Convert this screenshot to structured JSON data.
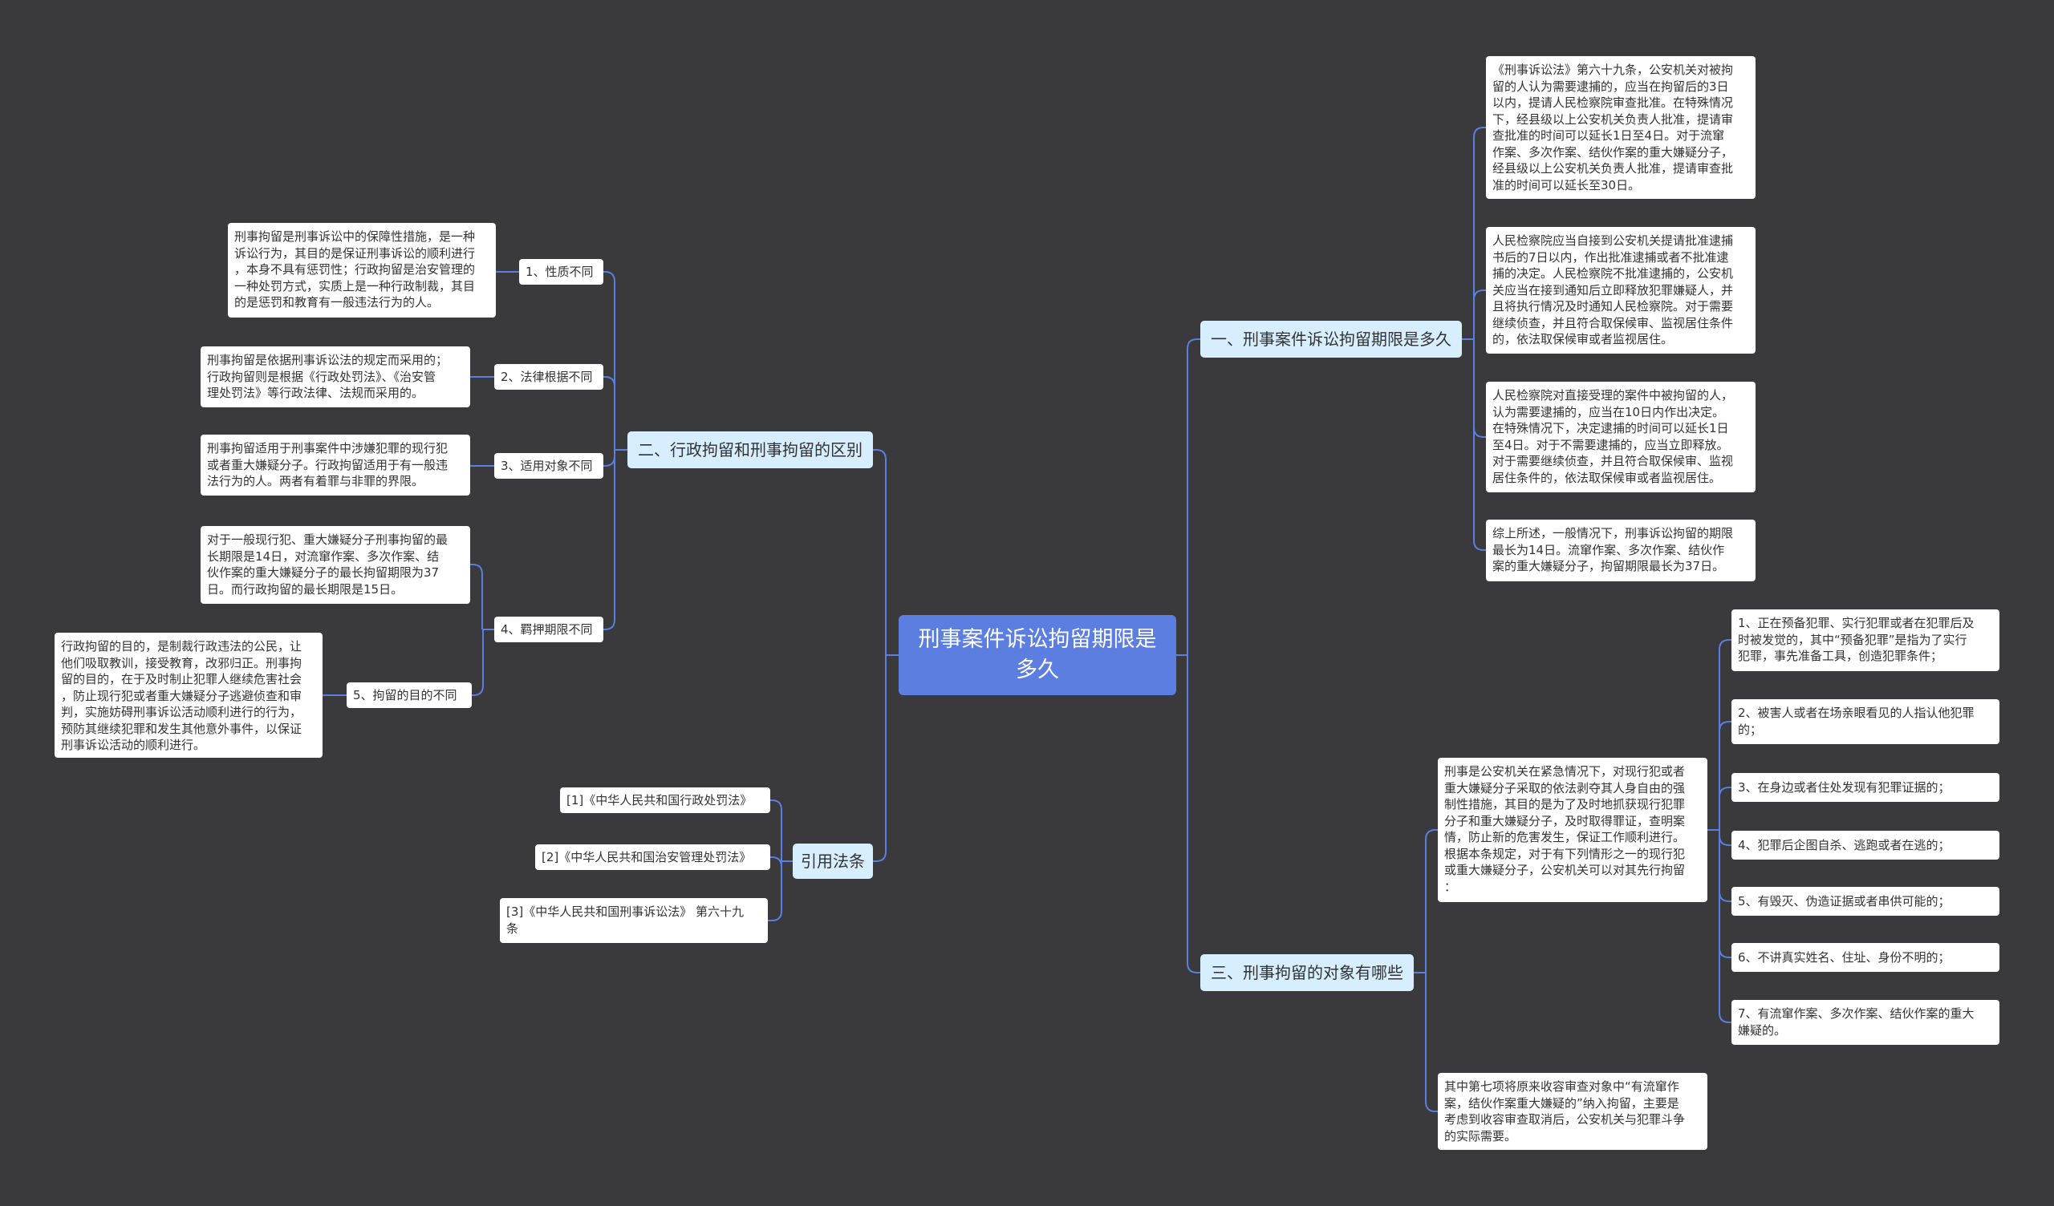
{
  "root": {
    "title": "刑事案件诉讼拘留期限是多久"
  },
  "left": {
    "diff": {
      "title": "二、行政拘留和刑事拘留的区别",
      "items": [
        {
          "label": "1、性质不同",
          "text": "刑事拘留是刑事诉讼中的保障性措施，是一种\n诉讼行为，其目的是保证刑事诉讼的顺利进行\n，本身不具有惩罚性；行政拘留是治安管理的\n一种处罚方式，实质上是一种行政制裁，其目\n的是惩罚和教育有一般违法行为的人。"
        },
        {
          "label": "2、法律根据不同",
          "text": "刑事拘留是依据刑事诉讼法的规定而采用的；\n行政拘留则是根据《行政处罚法》、《治安管\n理处罚法》等行政法律、法规而采用的。"
        },
        {
          "label": "3、适用对象不同",
          "text": "刑事拘留适用于刑事案件中涉嫌犯罪的现行犯\n或者重大嫌疑分子。行政拘留适用于有一般违\n法行为的人。两者有着罪与非罪的界限。"
        },
        {
          "label": "4、羁押期限不同",
          "text": "对于一般现行犯、重大嫌疑分子刑事拘留的最\n长期限是14日，对流窜作案、多次作案、结\n伙作案的重大嫌疑分子的最长拘留期限为37\n日。而行政拘留的最长期限是15日。"
        },
        {
          "label": "5、拘留的目的不同",
          "text": "行政拘留的目的，是制裁行政违法的公民，让\n他们吸取教训，接受教育，改邪归正。刑事拘\n留的目的，在于及时制止犯罪人继续危害社会\n，防止现行犯或者重大嫌疑分子逃避侦查和审\n判，实施妨碍刑事诉讼活动顺利进行的行为，\n预防其继续犯罪和发生其他意外事件，以保证\n刑事诉讼活动的顺利进行。"
        }
      ]
    },
    "refs": {
      "title": "引用法条",
      "items": [
        "[1]《中华人民共和国行政处罚法》",
        "[2]《中华人民共和国治安管理处罚法》",
        "[3]《中华人民共和国刑事诉讼法》 第六十九\n条"
      ]
    }
  },
  "right": {
    "period": {
      "title": "一、刑事案件诉讼拘留期限是多久",
      "items": [
        "《刑事诉讼法》第六十九条，公安机关对被拘\n留的人认为需要逮捕的，应当在拘留后的3日\n以内，提请人民检察院审查批准。在特殊情况\n下，经县级以上公安机关负责人批准，提请审\n查批准的时间可以延长1日至4日。对于流窜\n作案、多次作案、结伙作案的重大嫌疑分子，\n经县级以上公安机关负责人批准，提请审查批\n准的时间可以延长至30日。",
        "人民检察院应当自接到公安机关提请批准逮捕\n书后的7日以内，作出批准逮捕或者不批准逮\n捕的决定。人民检察院不批准逮捕的，公安机\n关应当在接到通知后立即释放犯罪嫌疑人，并\n且将执行情况及时通知人民检察院。对于需要\n继续侦查，并且符合取保候审、监视居住条件\n的，依法取保候审或者监视居住。",
        "人民检察院对直接受理的案件中被拘留的人，\n认为需要逮捕的，应当在10日内作出决定。\n在特殊情况下，决定逮捕的时间可以延长1日\n至4日。对于不需要逮捕的，应当立即释放。\n对于需要继续侦查，并且符合取保候审、监视\n居住条件的，依法取保候审或者监视居住。",
        "综上所述，一般情况下，刑事诉讼拘留的期限\n最长为14日。流窜作案、多次作案、结伙作\n案的重大嫌疑分子，拘留期限最长为37日。"
      ]
    },
    "objects": {
      "title": "三、刑事拘留的对象有哪些",
      "desc": "刑事是公安机关在紧急情况下，对现行犯或者\n重大嫌疑分子采取的依法剥夺其人身自由的强\n制性措施，其目的是为了及时地抓获现行犯罪\n分子和重大嫌疑分子，及时取得罪证，查明案\n情，防止新的危害发生，保证工作顺利进行。\n根据本条规定，对于有下列情形之一的现行犯\n或重大嫌疑分子，公安机关可以对其先行拘留\n：",
      "cases": [
        "1、正在预备犯罪、实行犯罪或者在犯罪后及\n时被发觉的，其中“预备犯罪”是指为了实行\n犯罪，事先准备工具，创造犯罪条件；",
        "2、被害人或者在场亲眼看见的人指认他犯罪\n的；",
        "3、在身边或者住处发现有犯罪证据的；",
        "4、犯罪后企图自杀、逃跑或者在逃的；",
        "5、有毁灭、伪造证据或者串供可能的；",
        "6、不讲真实姓名、住址、身份不明的；",
        "7、有流窜作案、多次作案、结伙作案的重大\n嫌疑的。"
      ],
      "note": "其中第七项将原来收容审查对象中“有流窜作\n案，结伙作案重大嫌疑的”纳入拘留，主要是\n考虑到收容审查取消后，公安机关与犯罪斗争\n的实际需要。"
    }
  },
  "colors": {
    "background": "#3a393b",
    "line": "#5b7ee0",
    "root": "#5b7ee0",
    "main": "#d6eefd",
    "leaf": "#ffffff"
  }
}
